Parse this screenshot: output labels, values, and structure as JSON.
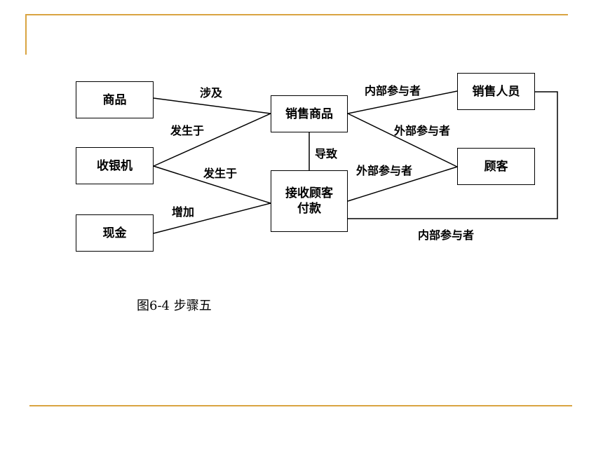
{
  "nodes": {
    "goods": "商品",
    "register": "收银机",
    "cash": "现金",
    "sell_goods": "销售商品",
    "receive_payment": "接收顾客\n付款",
    "salesperson": "销售人员",
    "customer": "顾客"
  },
  "edge_labels": {
    "involves": "涉及",
    "occurs_at_1": "发生于",
    "occurs_at_2": "发生于",
    "increases": "增加",
    "leads_to": "导致",
    "internal_participant_1": "内部参与者",
    "external_participant_1": "外部参与者",
    "external_participant_2": "外部参与者",
    "internal_participant_2": "内部参与者"
  },
  "caption": "图6-4 步骤五",
  "colors": {
    "accent": "#d9a441",
    "line": "#000000"
  }
}
